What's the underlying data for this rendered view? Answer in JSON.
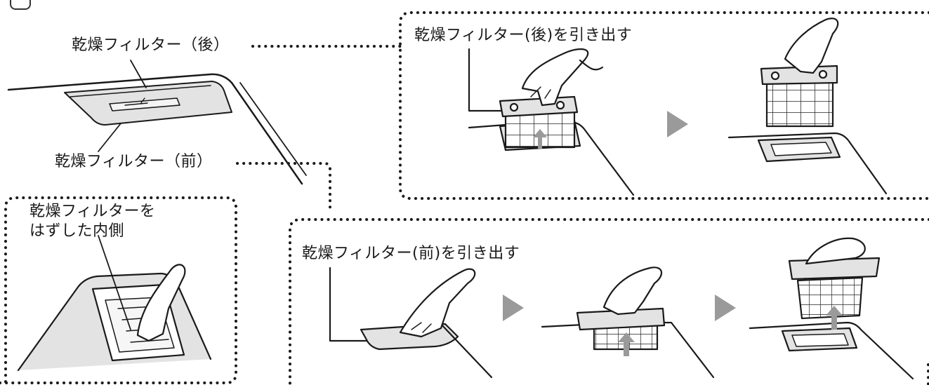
{
  "labels": {
    "filter_rear": "乾燥フィルター（後）",
    "filter_front": "乾燥フィルター（前）",
    "pull_rear": "乾燥フィルター(後)を引き出す",
    "pull_front": "乾燥フィルター(前)を引き出す",
    "inside_line1": "乾燥フィルターを",
    "inside_line2": "はずした内側"
  },
  "colors": {
    "line": "#1a1a1a",
    "panel_fill": "#e3e3e3",
    "arrow_fill": "#9a9a9a",
    "dotted_border": "#1a1a1a"
  },
  "icons": [
    "step-badge",
    "play-arrow-icon",
    "up-arrow-icon"
  ]
}
